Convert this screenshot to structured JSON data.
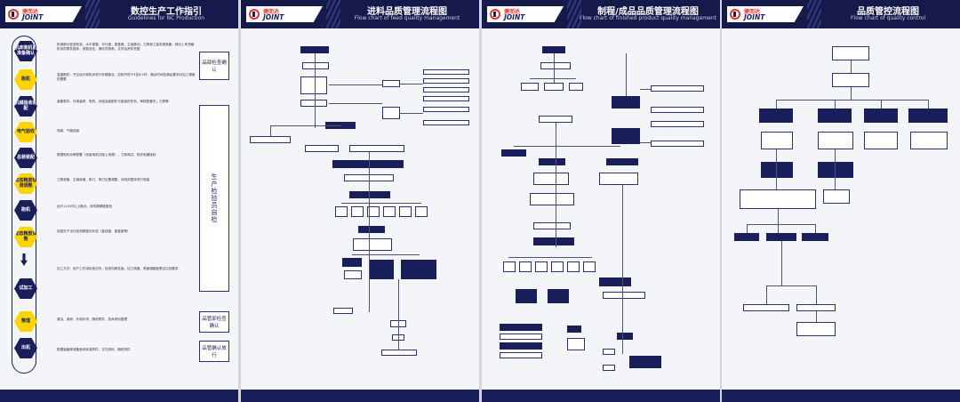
{
  "brand": {
    "cn": "捷而达",
    "en": "JOINT",
    "colors": {
      "navy": "#161a4a",
      "accent": "#ffd400",
      "logo_red": "#e3342f"
    }
  },
  "boards": [
    {
      "title": "数控生产工作指引",
      "subtitle": "Guidelines for NC Production",
      "steps": [
        {
          "label": "机床装机前准备确认",
          "highlight": false,
          "text": "机械部分检查校准、水平调整、平行度、垂直度、主轴跳动；刀具和工装夹具准备，核对上有资格机床的零件程序，参数设定，操作员熟悉，文件及资料完整"
        },
        {
          "label": "跑机",
          "highlight": true,
          "text": "温度跑机：开空运行和机床进行负载跑合，控制不低于4至6小时，跑合时间应满足要求对加工精度的需要"
        },
        {
          "label": "机械验收装配",
          "highlight": false,
          "text": "装备零件、外观装修、电机、对接及装配件与组装的关系，审核配套件；刀具等"
        },
        {
          "label": "电气验收",
          "highlight": true,
          "text": "电缆、气路连接"
        },
        {
          "label": "总装装配",
          "highlight": false,
          "text": "根据电机功率配置（安装电机并接上电源）、刀库调试、机床电器接线"
        },
        {
          "label": "动态精度检测调整",
          "highlight": true,
          "text": "刀具准备、主轴转速、换刀、换刀位置调整，对机床整体进行测量"
        },
        {
          "label": "跑机",
          "highlight": false,
          "text": "运行12小时以上跑合，对机械精度复检"
        },
        {
          "label": "动态精度调整",
          "highlight": true,
          "text": "用激光干涉仪检测精度并补偿（直线度、垂直度等）"
        },
        {
          "label": "试加工",
          "highlight": false,
          "text": "加工方式：用户工件或标准试件，检查切削性能、加工精度、表面粗糙度是否达到要求"
        },
        {
          "label": "整理",
          "highlight": true,
          "text": "清洁、保养、外观补漆、随机附件、技术资料整理"
        },
        {
          "label": "出机",
          "highlight": false,
          "text": "根据装箱单准备各种标准附件、文件资料、随机附件"
        }
      ],
      "side_labels": [
        "品部检查确认",
        "生产检验员自检",
        "品管部检查确认",
        "品管确认放行"
      ]
    },
    {
      "title": "进料品质管理流程图",
      "subtitle": "Flow chart of feed quality management"
    },
    {
      "title": "制程/成品品质管理流程图",
      "subtitle": "Flow chart of finished product quality management"
    },
    {
      "title": "品质管控流程图",
      "subtitle": "Flow chart of quality control"
    }
  ]
}
